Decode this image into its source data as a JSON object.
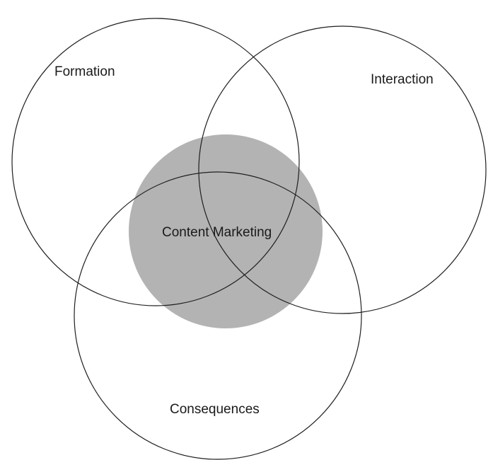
{
  "diagram": {
    "center_label": "Content Marketing",
    "circles": [
      {
        "label": "Formation"
      },
      {
        "label": "Interaction"
      },
      {
        "label": "Consequences"
      }
    ],
    "colors": {
      "center_fill": "#b3b3b3",
      "stroke": "#1f1f1f",
      "background": "#ffffff"
    }
  }
}
